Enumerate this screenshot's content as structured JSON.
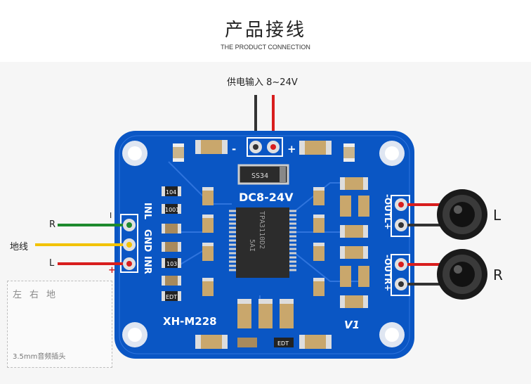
{
  "header": {
    "title": "产品接线",
    "subtitle": "THE PRODUCT CONNECTION"
  },
  "power": {
    "label": "供电输入 8~24V",
    "minus": "-",
    "plus": "+"
  },
  "board": {
    "model": "XH-M228",
    "voltage": "DC8-24V",
    "diode": "SS34",
    "chip_line1": "TPA3110D2",
    "chip_line2": "5AI",
    "version": "V1",
    "input_labels": [
      "INL",
      "GND",
      "INR"
    ],
    "out_l_label": "-OUTL+",
    "out_r_label": "-OUTR+",
    "resistor_codes": [
      "104",
      "1001",
      "103",
      "EDT"
    ],
    "pin_marks": {
      "top": "I",
      "bottom": "+"
    }
  },
  "inputs": {
    "r_label": "R",
    "gnd_label": "地线",
    "l_label": "L"
  },
  "speakers": {
    "left": "L",
    "right": "R"
  },
  "jack": {
    "labels": [
      "左",
      "右",
      "地"
    ],
    "caption": "3.5mm音频插头"
  },
  "colors": {
    "pcb": "#0a56c4",
    "red_wire": "#d81e1e",
    "black_wire": "#333333",
    "green_wire": "#1e8a2e",
    "yellow_wire": "#f2c200"
  }
}
